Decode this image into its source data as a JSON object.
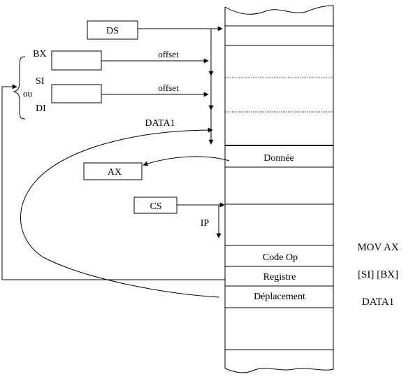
{
  "registers": {
    "ds": "DS",
    "bx": "BX",
    "si": "SI",
    "di": "DI",
    "ou": "ou",
    "ax": "AX",
    "cs": "CS"
  },
  "labels": {
    "offset_bx": "offset",
    "offset_si_di": "offset",
    "data1": "DATA1",
    "ip": "IP"
  },
  "memory": {
    "donnee": "Donnée",
    "code_op": "Code Op",
    "registre": "Registre",
    "deplacement": "Déplacement"
  },
  "instruction": {
    "mnemonic": "MOV AX",
    "operands": "[SI] [BX]",
    "displacement": "DATA1"
  }
}
